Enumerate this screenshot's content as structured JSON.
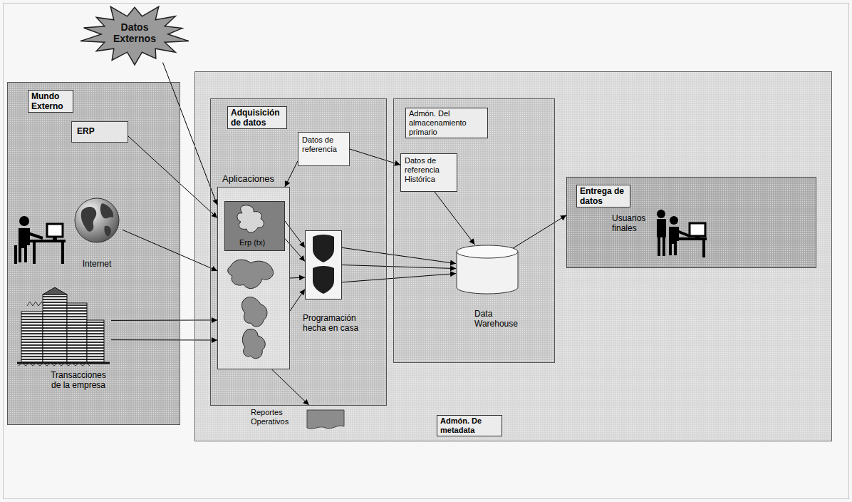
{
  "diagram": {
    "nodes": [
      {
        "text": [
          "Datos Externos"
        ]
      },
      {
        "text": [
          "Mundo Externo"
        ]
      },
      {
        "text": [
          "ERP"
        ],
        "in": 1
      },
      {
        "text": [
          "Internet"
        ],
        "in": 1
      },
      {
        "text": [
          "Transacciones de la empresa"
        ],
        "in": 1
      },
      {
        "text": [
          "Admón. De metadata"
        ]
      },
      {
        "text": [
          "Adquisición de datos"
        ],
        "in": 5
      },
      {
        "text": [
          "Datos de referencia"
        ],
        "in": 6
      },
      {
        "text": [
          "Aplicaciones"
        ],
        "in": 6
      },
      {
        "text": [
          "Erp (tx)"
        ],
        "in": 8
      },
      {
        "text": [
          "Programación hecha en casa"
        ],
        "in": 6
      },
      {
        "text": [
          "Reportes Operativos"
        ],
        "in": 5
      },
      {
        "text": [
          "Admón. Del almacenamiento primario"
        ],
        "in": 5
      },
      {
        "text": [
          "Datos de referencia Histórica"
        ],
        "in": 12
      },
      {
        "text": [
          "Data Warehouse"
        ],
        "in": 12
      },
      {
        "text": [
          "Entrega de datos",
          "Usuarios finales"
        ],
        "in": 5
      }
    ],
    "edges": [
      {
        "from": 0,
        "to": 8,
        "arrow": "to"
      },
      {
        "from": 2,
        "to": 8,
        "arrow": "to"
      },
      {
        "from": 3,
        "to": 8,
        "arrow": "to"
      },
      {
        "from": 4,
        "to": 8,
        "arrow": "to"
      },
      {
        "from": 4,
        "to": 8,
        "arrow": "to"
      },
      {
        "from": 7,
        "to": 8,
        "arrow": "to"
      },
      {
        "from": 7,
        "to": 13,
        "arrow": "to"
      },
      {
        "from": 9,
        "to": 10,
        "arrow": "to"
      },
      {
        "from": 9,
        "to": 10,
        "arrow": "to"
      },
      {
        "from": 8,
        "to": 10,
        "arrow": "to"
      },
      {
        "from": 8,
        "to": 10,
        "arrow": "to"
      },
      {
        "from": 10,
        "to": 14,
        "arrow": "to"
      },
      {
        "from": 10,
        "to": 14,
        "arrow": "to"
      },
      {
        "from": 10,
        "to": 14,
        "arrow": "to"
      },
      {
        "from": 13,
        "to": 14,
        "arrow": "to"
      },
      {
        "from": 14,
        "to": 15,
        "arrow": "to"
      },
      {
        "from": 8,
        "to": 11,
        "arrow": "to"
      }
    ]
  }
}
